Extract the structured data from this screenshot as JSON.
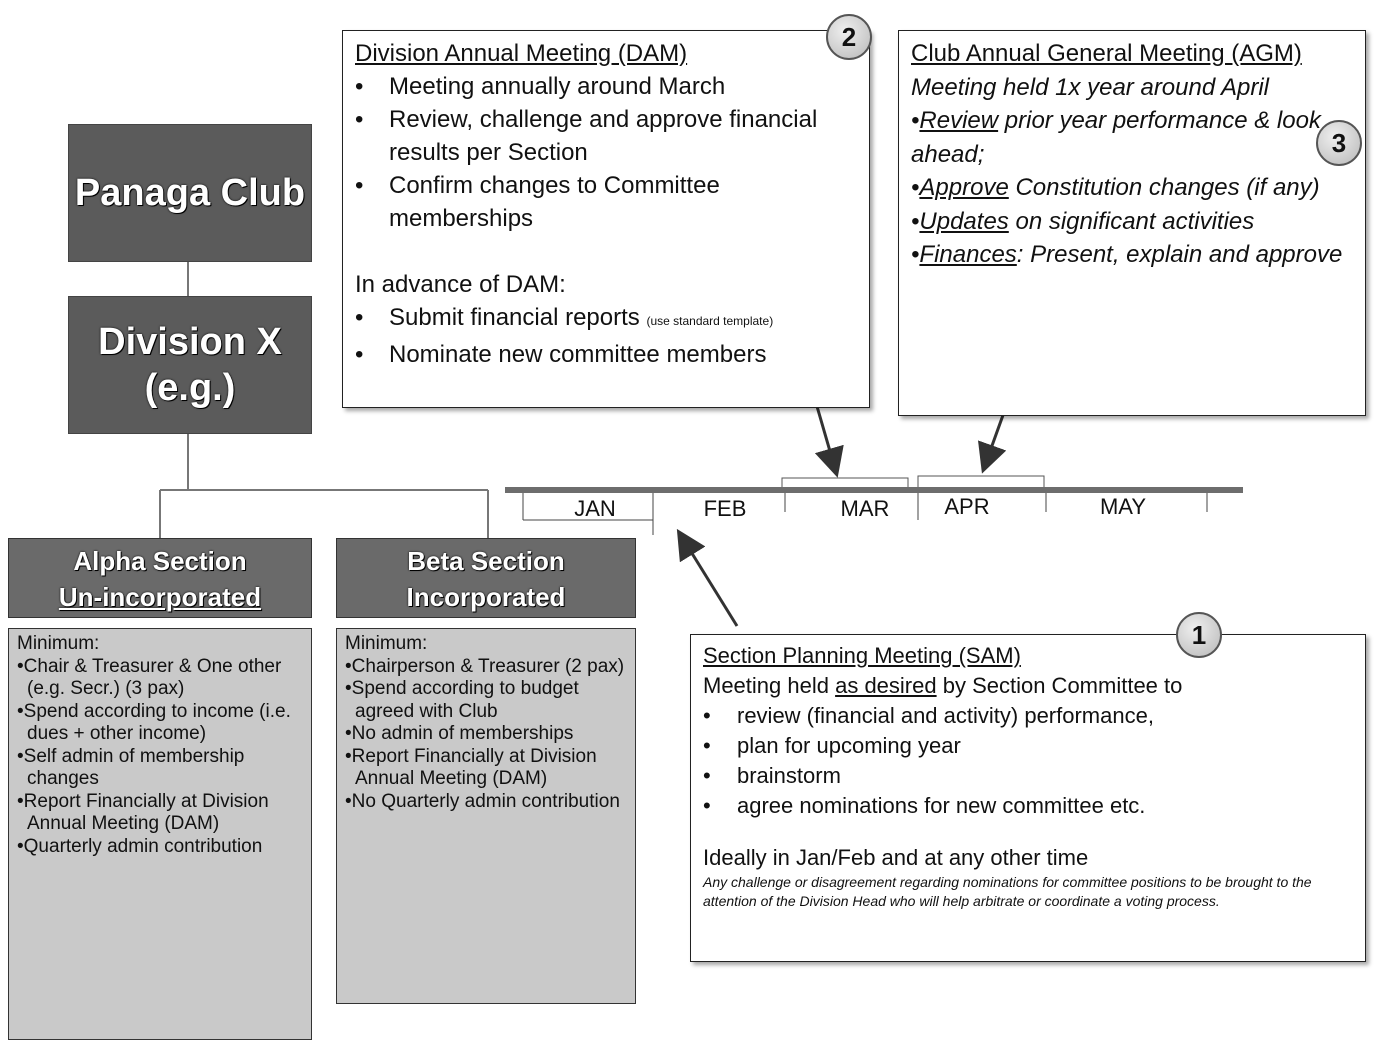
{
  "org": {
    "club": "Panaga Club",
    "division": "Division X\n(e.g.)"
  },
  "sections": [
    {
      "title_line1": "Alpha Section",
      "title_line2": "Un-incorporated",
      "heading": "Minimum:",
      "items": [
        "•Chair & Treasurer & One other (e.g. Secr.) (3 pax)",
        "•Spend according to income (i.e. dues + other income)",
        "•Self admin of membership changes",
        "•Report Financially at Division Annual Meeting (DAM)",
        "•Quarterly admin contribution"
      ]
    },
    {
      "title_line1": "Beta Section",
      "title_line2": "Incorporated",
      "heading": "Minimum:",
      "items": [
        "•Chairperson & Treasurer (2 pax)",
        "•Spend according to budget agreed with Club",
        "•No admin of memberships",
        "•Report Financially at Division Annual Meeting (DAM)",
        "•No Quarterly admin contribution"
      ]
    }
  ],
  "dam": {
    "number": "2",
    "title": "Division Annual Meeting (DAM)",
    "bullets": [
      "Meeting annually around March",
      "Review, challenge and approve financial results per Section",
      "Confirm changes to Committee memberships"
    ],
    "advance_heading": "In advance of DAM:",
    "advance_bullets": [
      "Submit financial reports",
      "Nominate new committee members"
    ],
    "advance_note": "(use standard template)"
  },
  "agm": {
    "number": "3",
    "title": "Club Annual General Meeting (AGM)",
    "intro": "Meeting held 1x year around April",
    "items": [
      {
        "key": "Review",
        "rest": " prior year performance & look ahead;"
      },
      {
        "key": "Approve",
        "rest": " Constitution changes (if any)"
      },
      {
        "key": "Updates",
        "rest": " on significant activities"
      },
      {
        "key": "Finances",
        "rest": ": Present, explain and approve"
      }
    ]
  },
  "sam": {
    "number": "1",
    "title": "Section Planning Meeting (SAM)",
    "intro_a": "Meeting held ",
    "intro_b": "as desired",
    "intro_c": " by Section Committee to",
    "bullets": [
      "review (financial and activity) performance,",
      "plan for upcoming year",
      "brainstorm",
      "agree nominations for new committee etc."
    ],
    "ideal": "Ideally in Jan/Feb and at any other time",
    "note": "Any challenge or disagreement regarding nominations for committee positions to be brought to the attention of the Division Head who will help arbitrate or coordinate a voting process."
  },
  "timeline": {
    "months": [
      "JAN",
      "FEB",
      "MAR",
      "APR",
      "MAY"
    ]
  }
}
